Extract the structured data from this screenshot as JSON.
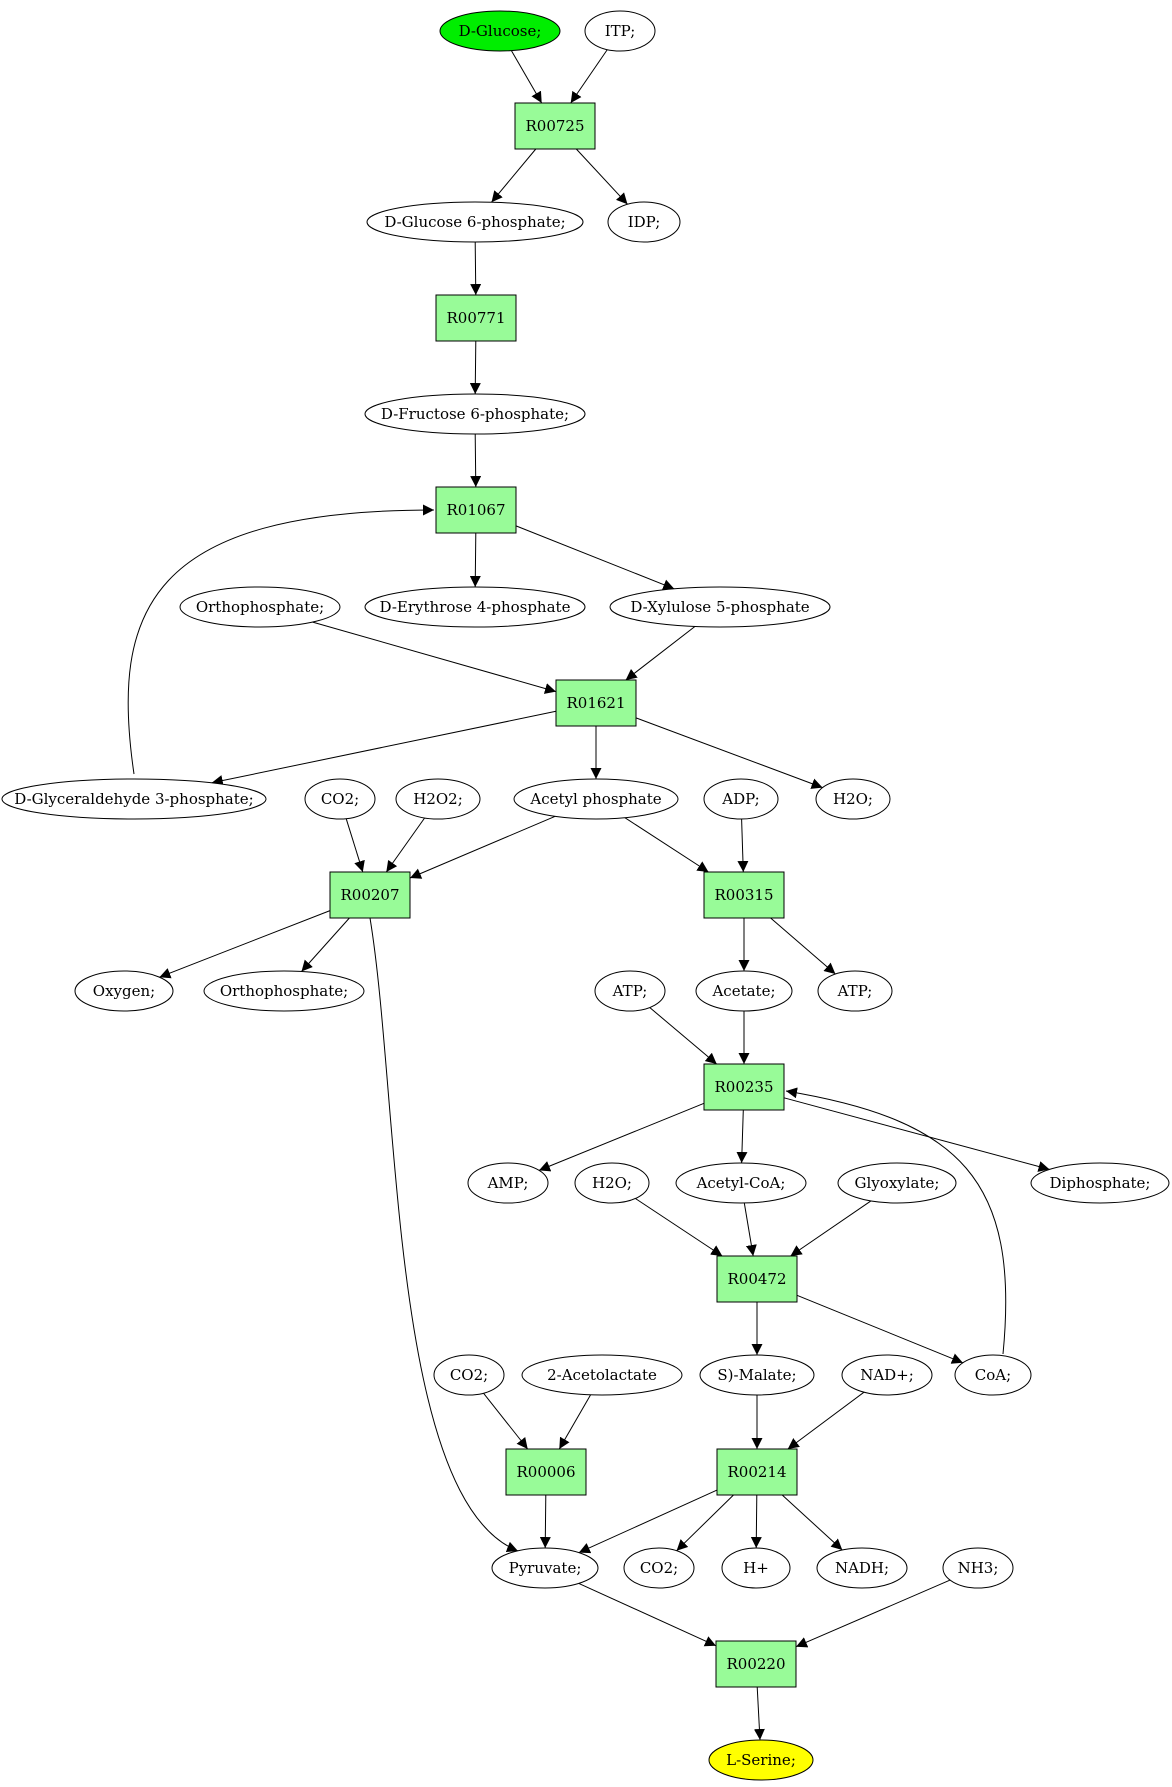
{
  "colors": {
    "background": "#ffffff",
    "reaction_fill": "#98fb98",
    "compound_fill": "#ffffff",
    "start_fill": "#00ee00",
    "end_fill": "#ffff00",
    "stroke": "#000000"
  },
  "nodes": {
    "dglucose": {
      "label": "D-Glucose;",
      "kind": "start"
    },
    "itp": {
      "label": "ITP;",
      "kind": "compound"
    },
    "r00725": {
      "label": "R00725",
      "kind": "reaction"
    },
    "g6p": {
      "label": "D-Glucose 6-phosphate;",
      "kind": "compound"
    },
    "idp": {
      "label": "IDP;",
      "kind": "compound"
    },
    "r00771": {
      "label": "R00771",
      "kind": "reaction"
    },
    "f6p": {
      "label": "D-Fructose 6-phosphate;",
      "kind": "compound"
    },
    "r01067": {
      "label": "R01067",
      "kind": "reaction"
    },
    "orthophos1": {
      "label": "Orthophosphate;",
      "kind": "compound"
    },
    "e4p": {
      "label": "D-Erythrose 4-phosphate",
      "kind": "compound"
    },
    "x5p": {
      "label": "D-Xylulose 5-phosphate",
      "kind": "compound"
    },
    "r01621": {
      "label": "R01621",
      "kind": "reaction"
    },
    "g3p": {
      "label": "D-Glyceraldehyde 3-phosphate;",
      "kind": "compound"
    },
    "co2a": {
      "label": "CO2;",
      "kind": "compound"
    },
    "h2o2": {
      "label": "H2O2;",
      "kind": "compound"
    },
    "acetylp": {
      "label": "Acetyl phosphate",
      "kind": "compound"
    },
    "adp": {
      "label": "ADP;",
      "kind": "compound"
    },
    "h2oa": {
      "label": "H2O;",
      "kind": "compound"
    },
    "r00207": {
      "label": "R00207",
      "kind": "reaction"
    },
    "r00315": {
      "label": "R00315",
      "kind": "reaction"
    },
    "oxygen": {
      "label": "Oxygen;",
      "kind": "compound"
    },
    "orthophos2": {
      "label": "Orthophosphate;",
      "kind": "compound"
    },
    "atpa": {
      "label": "ATP;",
      "kind": "compound"
    },
    "acetate": {
      "label": "Acetate;",
      "kind": "compound"
    },
    "atpb": {
      "label": "ATP;",
      "kind": "compound"
    },
    "r00235": {
      "label": "R00235",
      "kind": "reaction"
    },
    "amp": {
      "label": "AMP;",
      "kind": "compound"
    },
    "h2ob": {
      "label": "H2O;",
      "kind": "compound"
    },
    "acetylcoa": {
      "label": "Acetyl-CoA;",
      "kind": "compound"
    },
    "glyoxylate": {
      "label": "Glyoxylate;",
      "kind": "compound"
    },
    "diphosphate": {
      "label": "Diphosphate;",
      "kind": "compound"
    },
    "r00472": {
      "label": "R00472",
      "kind": "reaction"
    },
    "co2b": {
      "label": "CO2;",
      "kind": "compound"
    },
    "acetolactate": {
      "label": "2-Acetolactate",
      "kind": "compound"
    },
    "malate": {
      "label": "S)-Malate;",
      "kind": "compound"
    },
    "nadplus": {
      "label": "NAD+;",
      "kind": "compound"
    },
    "coa": {
      "label": "CoA;",
      "kind": "compound"
    },
    "r00006": {
      "label": "R00006",
      "kind": "reaction"
    },
    "r00214": {
      "label": "R00214",
      "kind": "reaction"
    },
    "pyruvate": {
      "label": "Pyruvate;",
      "kind": "compound"
    },
    "co2c": {
      "label": "CO2;",
      "kind": "compound"
    },
    "hplus": {
      "label": "H+",
      "kind": "compound"
    },
    "nadh": {
      "label": "NADH;",
      "kind": "compound"
    },
    "nh3": {
      "label": "NH3;",
      "kind": "compound"
    },
    "r00220": {
      "label": "R00220",
      "kind": "reaction"
    },
    "lserine": {
      "label": "L-Serine;",
      "kind": "end"
    }
  },
  "edges": [
    [
      "dglucose",
      "r00725"
    ],
    [
      "itp",
      "r00725"
    ],
    [
      "r00725",
      "g6p"
    ],
    [
      "r00725",
      "idp"
    ],
    [
      "g6p",
      "r00771"
    ],
    [
      "r00771",
      "f6p"
    ],
    [
      "f6p",
      "r01067"
    ],
    [
      "r01067",
      "e4p"
    ],
    [
      "r01067",
      "x5p"
    ],
    [
      "g3p",
      "r01067"
    ],
    [
      "orthophos1",
      "r01621"
    ],
    [
      "x5p",
      "r01621"
    ],
    [
      "r01621",
      "g3p"
    ],
    [
      "r01621",
      "acetylp"
    ],
    [
      "r01621",
      "h2oa"
    ],
    [
      "co2a",
      "r00207"
    ],
    [
      "h2o2",
      "r00207"
    ],
    [
      "acetylp",
      "r00207"
    ],
    [
      "acetylp",
      "r00315"
    ],
    [
      "adp",
      "r00315"
    ],
    [
      "r00207",
      "oxygen"
    ],
    [
      "r00207",
      "orthophos2"
    ],
    [
      "r00207",
      "pyruvate"
    ],
    [
      "r00315",
      "acetate"
    ],
    [
      "r00315",
      "atpb"
    ],
    [
      "atpa",
      "r00235"
    ],
    [
      "acetate",
      "r00235"
    ],
    [
      "r00235",
      "amp"
    ],
    [
      "r00235",
      "acetylcoa"
    ],
    [
      "r00235",
      "diphosphate"
    ],
    [
      "coa",
      "r00235"
    ],
    [
      "h2ob",
      "r00472"
    ],
    [
      "acetylcoa",
      "r00472"
    ],
    [
      "glyoxylate",
      "r00472"
    ],
    [
      "r00472",
      "malate"
    ],
    [
      "r00472",
      "coa"
    ],
    [
      "co2b",
      "r00006"
    ],
    [
      "acetolactate",
      "r00006"
    ],
    [
      "malate",
      "r00214"
    ],
    [
      "nadplus",
      "r00214"
    ],
    [
      "r00006",
      "pyruvate"
    ],
    [
      "r00214",
      "pyruvate"
    ],
    [
      "r00214",
      "co2c"
    ],
    [
      "r00214",
      "hplus"
    ],
    [
      "r00214",
      "nadh"
    ],
    [
      "pyruvate",
      "r00220"
    ],
    [
      "nh3",
      "r00220"
    ],
    [
      "r00220",
      "lserine"
    ]
  ]
}
